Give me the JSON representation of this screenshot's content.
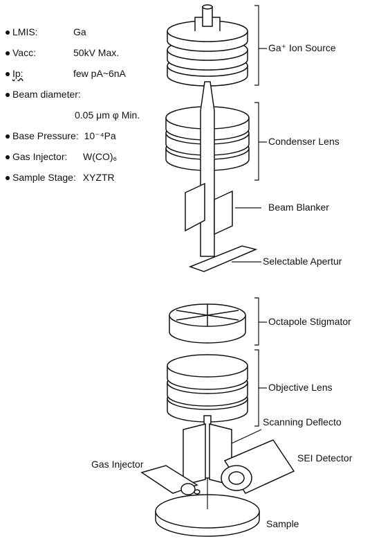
{
  "specs": [
    {
      "label": "LMIS:",
      "value": "Ga"
    },
    {
      "label": "Vacc:",
      "value": "50kV Max."
    },
    {
      "label": "Ip:",
      "value": "few pA~6nA"
    },
    {
      "label": "Beam diameter:",
      "value": ""
    },
    {
      "label": "",
      "value": "0.05 μm φ Min."
    },
    {
      "label": "Base Pressure:",
      "value": "10⁻⁴Pa"
    },
    {
      "label": "Gas Injector:",
      "value": "W(CO)₆"
    },
    {
      "label": "Sample Stage:",
      "value": "XYZTR"
    }
  ],
  "labels": {
    "ion_source": "Ga⁺  Ion Source",
    "condenser": "Condenser Lens",
    "blanker": "Beam Blanker",
    "aperture": "Selectable Apertur",
    "stigmator": "Octapole Stigmator",
    "objective": "Objective Lens",
    "deflector": "Scanning Deflecto",
    "sei": "SEI Detector",
    "gas_injector": "Gas Injector",
    "sample": "Sample"
  }
}
